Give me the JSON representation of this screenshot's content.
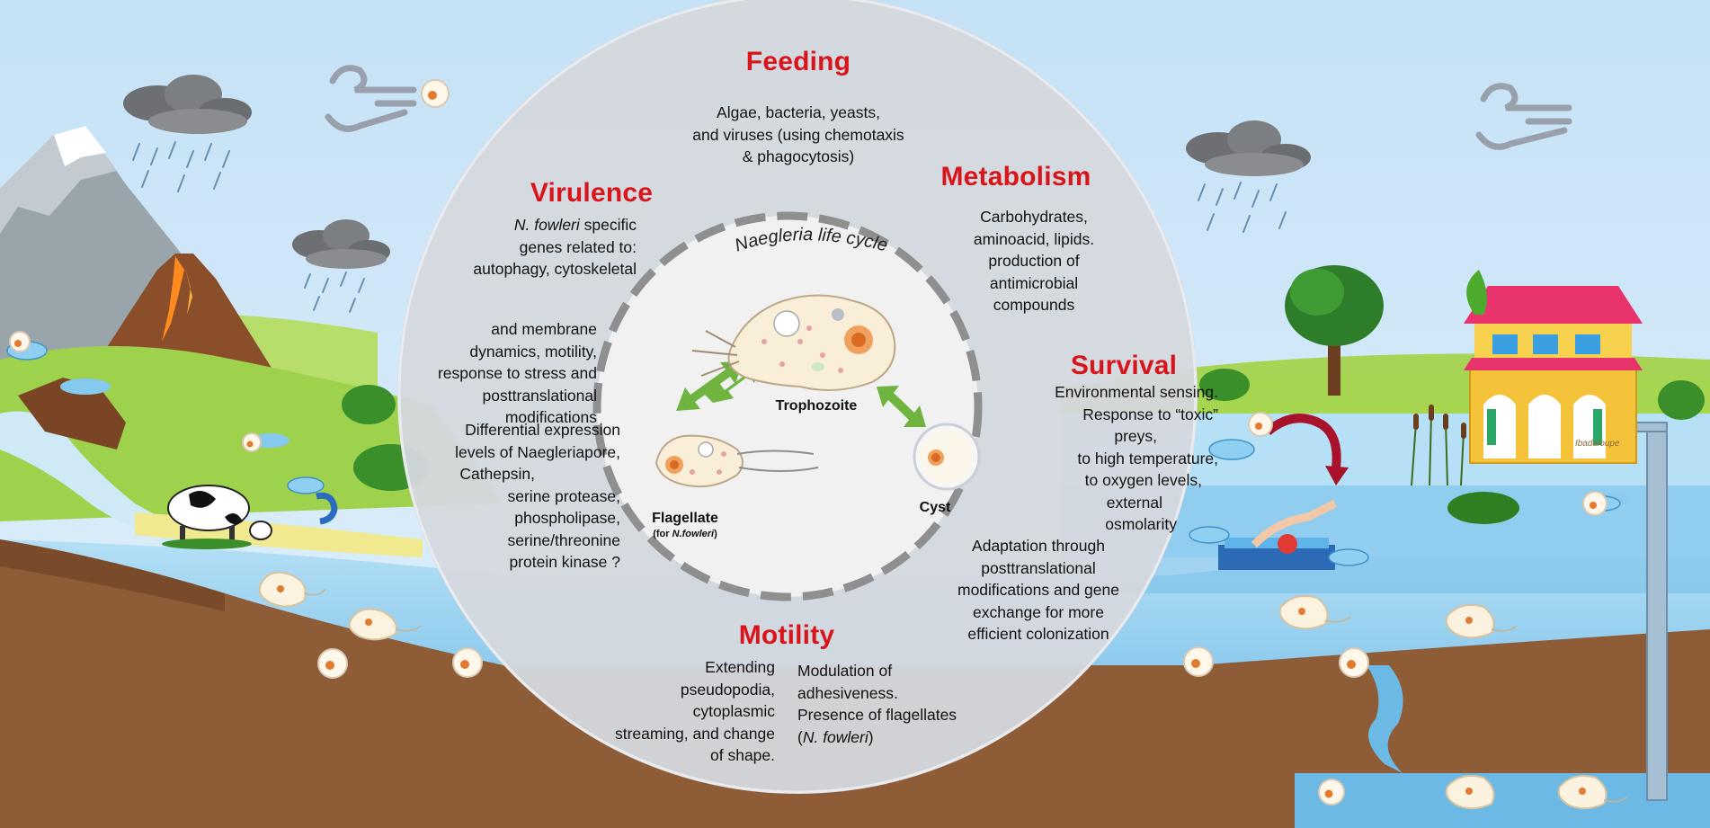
{
  "life_cycle": {
    "title": "Naegleria life cycle",
    "stages": {
      "trophozoite": "Trophozoite",
      "flagellate": "Flagellate",
      "flagellate_note_prefix": "(for ",
      "flagellate_note_species": "N.fowleri",
      "flagellate_note_suffix": ")",
      "cyst": "Cyst"
    }
  },
  "sections": {
    "feeding": {
      "heading": "Feeding",
      "lines": [
        "Algae, bacteria, yeasts,",
        "and viruses (using chemotaxis",
        "& phagocytosis)"
      ]
    },
    "metabolism": {
      "heading": "Metabolism",
      "lines": [
        "Carbohydrates,",
        "aminoacid, lipids.",
        "production of",
        "antimicrobial",
        "compounds"
      ]
    },
    "virulence": {
      "heading": "Virulence",
      "species": "N. fowleri",
      "line1_rest": " specific",
      "lines": [
        "genes related to:",
        "autophagy, cytoskeletal"
      ],
      "lines2": [
        "and membrane",
        "dynamics, motility,",
        "response to stress and",
        "posttranslational",
        "modifications"
      ],
      "lines3": [
        "Differential expression",
        "levels of Naegleriapore,",
        "Cathepsin,",
        "serine protease,",
        "phospholipase,",
        "serine/threonine",
        "protein kinase ?"
      ]
    },
    "survival": {
      "heading": "Survival",
      "lines": [
        "Environmental sensing.",
        "Response to “toxic”",
        "preys,",
        "to high temperature,",
        "to oxygen levels,",
        "external",
        "osmolarity"
      ],
      "lines2": [
        "Adaptation through",
        "posttranslational",
        "modifications and gene",
        "exchange for more",
        "efficient  colonization"
      ]
    },
    "motility": {
      "heading": "Motility",
      "left_lines": [
        "Extending",
        "pseudopodia,",
        "cytoplasmic",
        "streaming, and change",
        "of shape."
      ],
      "right_lines": [
        "Modulation of",
        "adhesiveness.",
        "Presence of flagellates"
      ],
      "right_species_open": "(",
      "right_species": "N. fowleri",
      "right_species_close": ")"
    }
  },
  "watermark": "Ibadaloupe",
  "colors": {
    "sky": "#cfe6f7",
    "grass": "#a6d64f",
    "water": "#a9d8f0",
    "deep_water": "#5aaee3",
    "soil": "#8c5b35",
    "circle_outer": "#d8dbe0",
    "circle_inner": "#f1f1f1",
    "heading_red": "#d9151c",
    "arrow_green": "#6fb43f"
  }
}
